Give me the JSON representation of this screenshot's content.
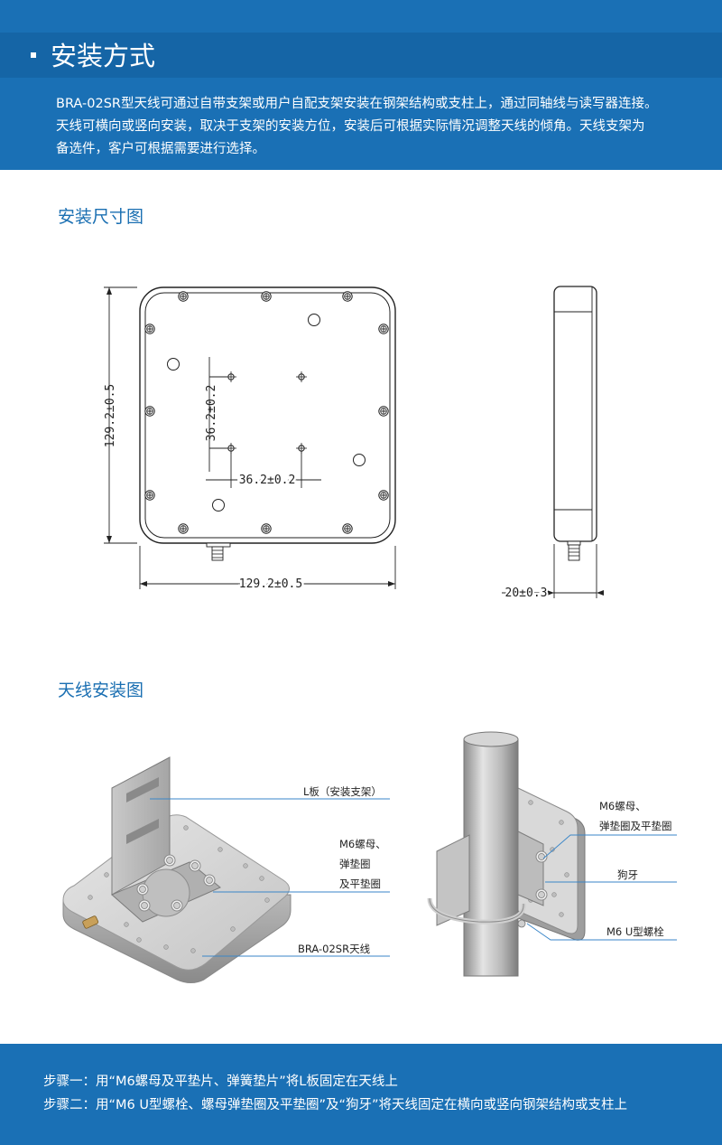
{
  "header": {
    "title": "安装方式",
    "paragraph_lines": [
      "BRA-02SR型天线可通过自带支架或用户自配支架安装在钢架结构或支柱上，通过同轴线与读写器连接。",
      "天线可横向或竖向安装，取决于支架的安装方位，安装后可根据实际情况调整天线的倾角。天线支架为",
      "备选件，客户可根据需要进行选择。"
    ]
  },
  "dimension_section": {
    "title": "安装尺寸图",
    "height_label": "129.2±0.5",
    "width_label": "129.2±0.5",
    "hole_spacing_vertical": "36.2±0.2",
    "hole_spacing_horizontal": "36.2±0.2",
    "thickness_label": "20±0.3"
  },
  "install_section": {
    "title": "天线安装图",
    "left_labels": {
      "bracket": "L板（安装支架）",
      "nut_line1": "M6螺母、",
      "nut_line2": "弹垫圈",
      "nut_line3": "及平垫圈",
      "antenna": "BRA-02SR天线"
    },
    "right_labels": {
      "nut_line1": "M6螺母、",
      "nut_line2": "弹垫圈及平垫圈",
      "dog_tooth": "狗牙",
      "u_bolt": "M6 U型螺栓"
    }
  },
  "footer": {
    "step1": "步骤一：用“M6螺母及平垫片、弹簧垫片”将L板固定在天线上",
    "step2": "步骤二：用“M6 U型螺栓、螺母弹垫圈及平垫圈”及“狗牙”将天线固定在横向或竖向钢架结构或支柱上"
  },
  "colors": {
    "brand_blue": "#1a70b5",
    "title_blue": "#1a6fb2",
    "leader_line": "#3a86c8"
  }
}
